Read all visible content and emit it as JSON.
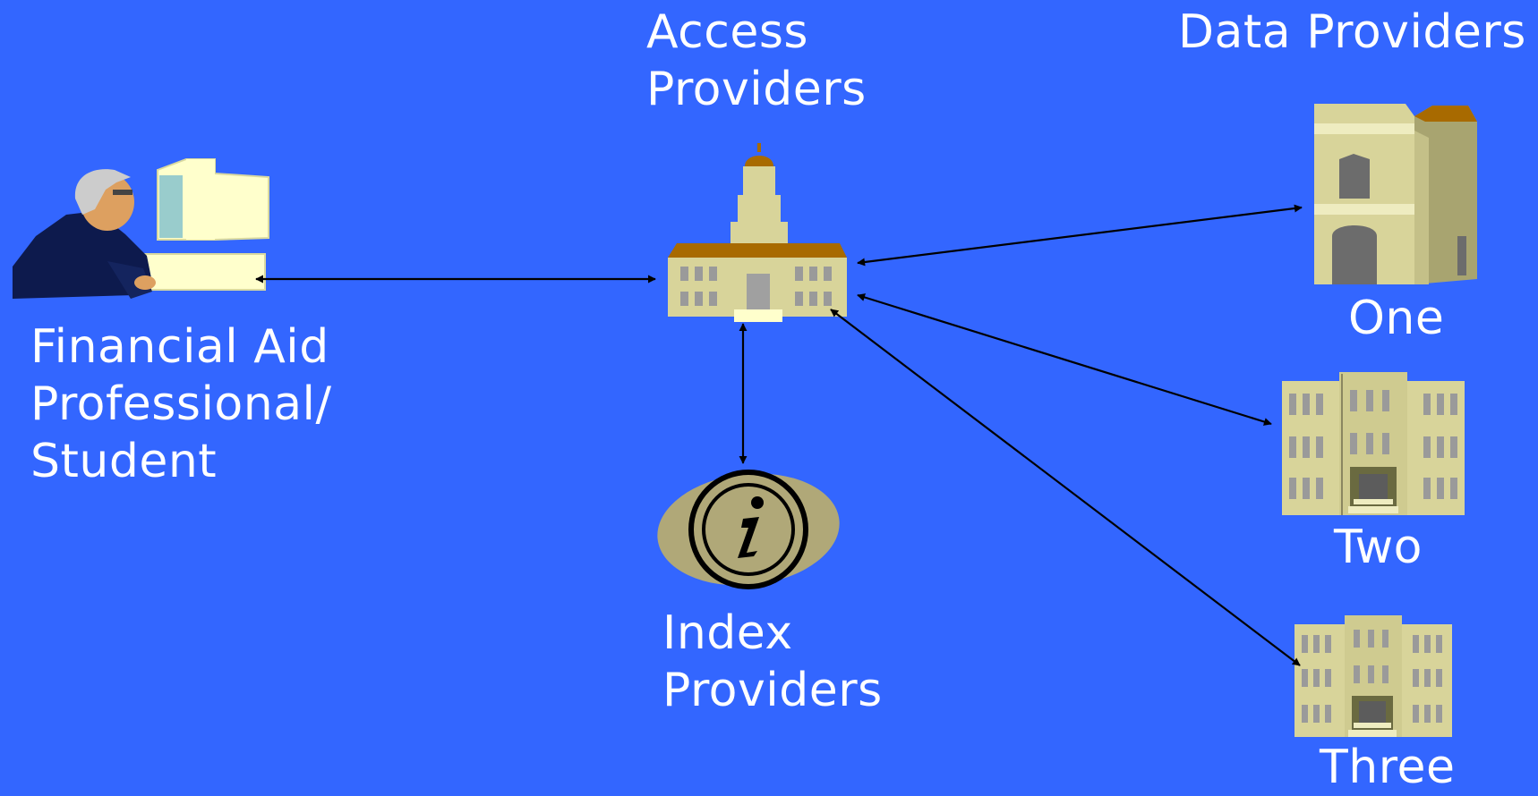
{
  "diagram": {
    "labels": {
      "access_line1": "Access",
      "access_line2": "Providers",
      "data_providers": "Data Providers",
      "fap_line1": "Financial Aid",
      "fap_line2": "Professional/",
      "fap_line3": "Student",
      "index_line1": "Index",
      "index_line2": "Providers",
      "one": "One",
      "two": "Two",
      "three": "Three"
    },
    "icons": {
      "user": "person-at-computer-icon",
      "access": "capitol-building-icon",
      "index": "information-icon",
      "data_one": "institution-building-icon",
      "data_two": "office-building-icon",
      "data_three": "office-building-icon"
    },
    "colors": {
      "background": "#3366ff",
      "text": "#ffffff",
      "connector": "#000000",
      "building": "#d8d49a",
      "roof": "#a86a00"
    }
  }
}
